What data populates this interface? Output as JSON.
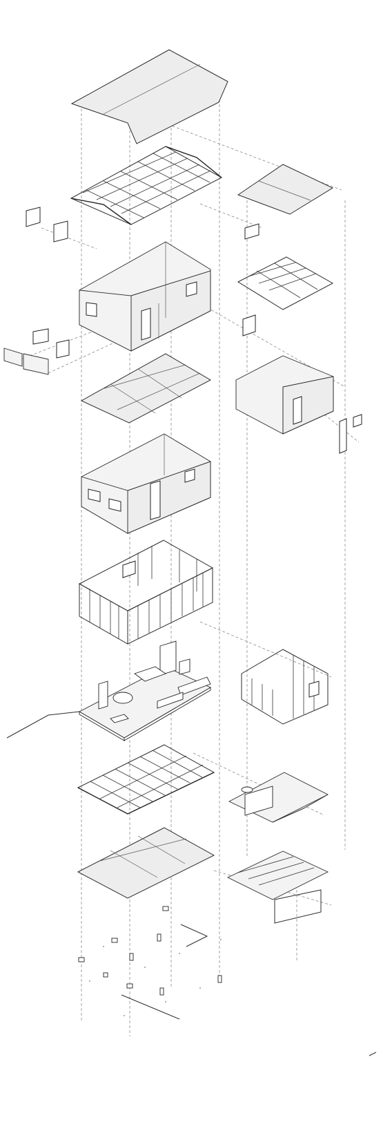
{
  "diagram": {
    "type": "exploded-axonometric",
    "main_stack": [
      "roof-sheet",
      "roof-rafters",
      "loft-walls",
      "ceiling-panel",
      "wall-sheathing",
      "wall-framing",
      "interior-furnishings",
      "floor-joists",
      "floor-sheathing",
      "foundation-piers"
    ],
    "annex_stack": [
      "annex-roof-sheet",
      "annex-rafters",
      "annex-walls",
      "annex-wall-framing",
      "annex-floor-kitchen",
      "annex-deck"
    ]
  }
}
